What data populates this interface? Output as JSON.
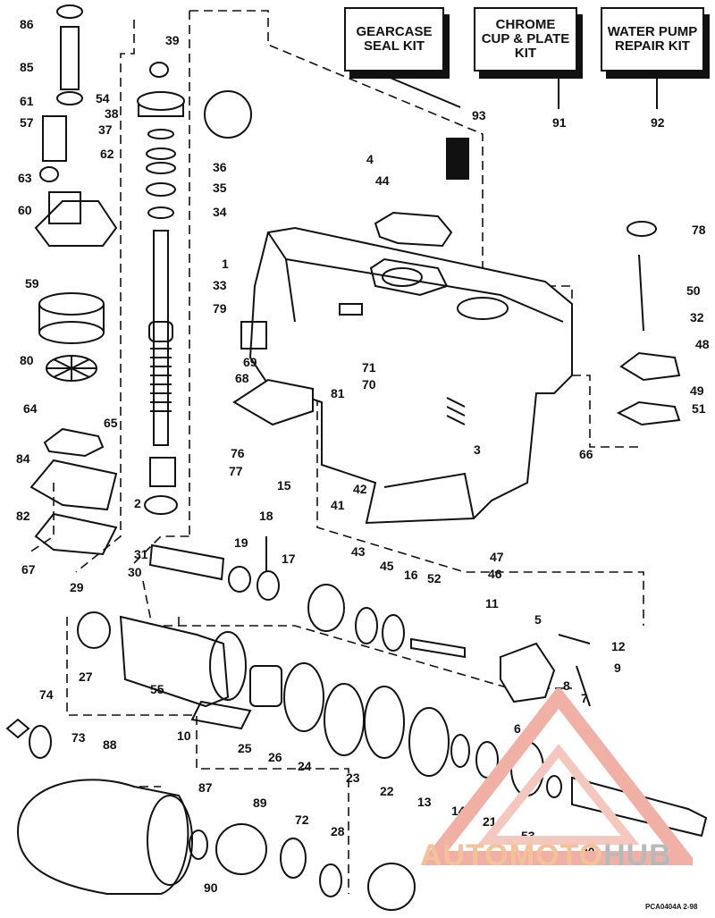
{
  "kits": [
    {
      "label": "GEARCASE\nSEAL KIT",
      "ref": "93"
    },
    {
      "label": "CHROME\nCUP & PLATE\nKIT",
      "ref": "91"
    },
    {
      "label": "WATER PUMP\nREPAIR KIT",
      "ref": "92"
    }
  ],
  "part_numbers": [
    "86",
    "39",
    "85",
    "54",
    "61",
    "38",
    "57",
    "37",
    "36",
    "62",
    "63",
    "35",
    "60",
    "34",
    "59",
    "33",
    "80",
    "64",
    "65",
    "84",
    "82",
    "67",
    "2",
    "31",
    "29",
    "30",
    "27",
    "74",
    "73",
    "55",
    "10",
    "25",
    "26",
    "24",
    "23",
    "22",
    "13",
    "14",
    "21",
    "53",
    "20",
    "88",
    "87",
    "89",
    "72",
    "28",
    "90",
    "4",
    "44",
    "1",
    "79",
    "69",
    "68",
    "81",
    "71",
    "70",
    "76",
    "77",
    "3",
    "41",
    "42",
    "66",
    "78",
    "50",
    "32",
    "48",
    "49",
    "51",
    "15",
    "18",
    "19",
    "17",
    "43",
    "45",
    "16",
    "52",
    "11",
    "47",
    "46",
    "5",
    "12",
    "9",
    "8",
    "7",
    "6"
  ],
  "watermark": {
    "part1": "AUTOMOTO",
    "part2": "HUB",
    "color1": "#f2c29a",
    "color2": "#b9b9b9"
  },
  "drawing_code": "PCA0404A   2-98"
}
